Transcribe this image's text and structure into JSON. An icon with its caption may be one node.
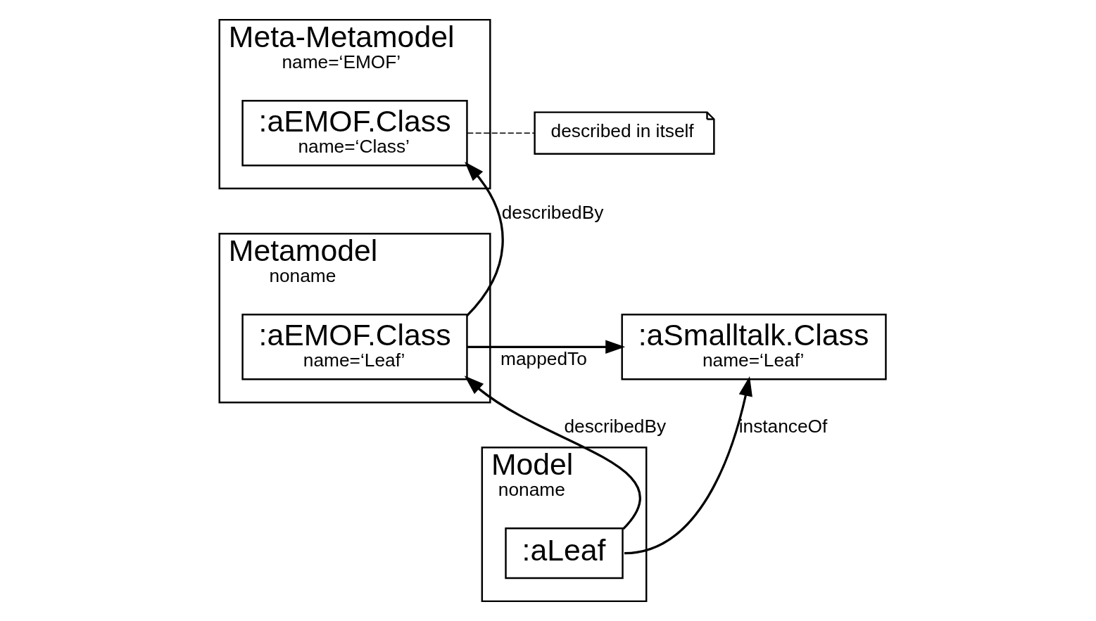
{
  "diagram": {
    "nodes": [
      {
        "text": [
          "Meta-Metamodel",
          "name=‘EMOF’"
        ]
      },
      {
        "text": [
          ":aEMOF.Class",
          "name=‘Class’"
        ],
        "in": 0
      },
      {
        "text": [
          "described in itself"
        ]
      },
      {
        "text": [
          "Metamodel",
          "noname"
        ]
      },
      {
        "text": [
          ":aEMOF.Class",
          "name=‘Leaf’"
        ],
        "in": 3
      },
      {
        "text": [
          ":aSmalltalk.Class",
          "name=‘Leaf’"
        ]
      },
      {
        "text": [
          "Model",
          "noname"
        ]
      },
      {
        "text": [
          ":aLeaf"
        ],
        "in": 6
      }
    ],
    "edges": [
      {
        "from": 1,
        "to": 2,
        "arrow": "none",
        "style": "dashed"
      },
      {
        "from": 4,
        "to": 1,
        "arrow": "to",
        "label": "describedBy"
      },
      {
        "from": 4,
        "to": 5,
        "arrow": "to",
        "label": "mappedTo"
      },
      {
        "from": 7,
        "to": 4,
        "arrow": "to",
        "label": "describedBy"
      },
      {
        "from": 7,
        "to": 5,
        "arrow": "to",
        "label": "instanceOf"
      }
    ]
  }
}
